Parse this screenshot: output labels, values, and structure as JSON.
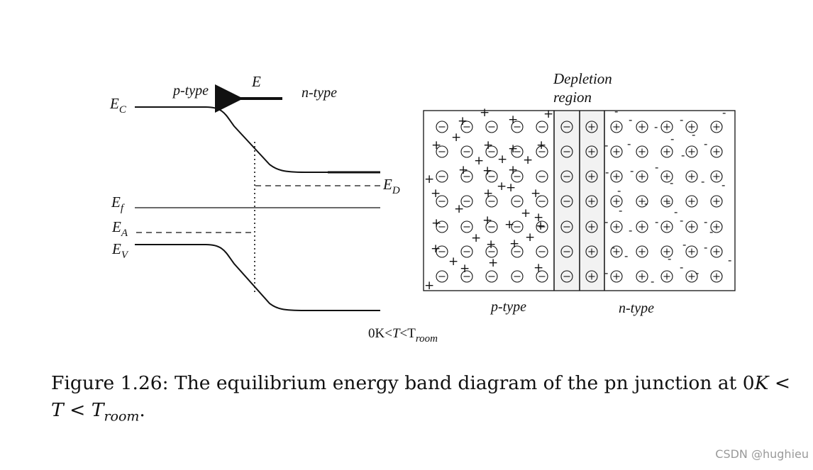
{
  "band_diagram": {
    "ec_label": "E",
    "ec_sub": "C",
    "ef_label": "E",
    "ef_sub": "f",
    "ea_label": "E",
    "ea_sub": "A",
    "ev_label": "E",
    "ev_sub": "V",
    "ed_label": "E",
    "ed_sub": "D",
    "p_type_label": "p-type",
    "n_type_label": "n-type",
    "field_label": "E",
    "temp_prefix": "0K<",
    "temp_t": "T",
    "temp_mid": "<T",
    "temp_sub": "room"
  },
  "junction_diagram": {
    "depletion_label_line1": "Depletion",
    "depletion_label_line2": "region",
    "p_type_label": "p-type",
    "n_type_label": "n-type",
    "acceptor_symbol": "⊖",
    "donor_symbol": "⊕",
    "hole_symbol": "+",
    "electron_symbol": "-",
    "rows": 7,
    "p_columns": 5,
    "depletion_columns": 2,
    "n_columns": 5
  },
  "caption": {
    "prefix": "Figure 1.26: The equilibrium energy band diagram of the pn junction at 0",
    "k": "K",
    "lt1": " <",
    "t": "T",
    "lt2": " < ",
    "t2": "T",
    "sub": "room",
    "suffix": "."
  },
  "watermark": "CSDN @hughieu",
  "colors": {
    "ink": "#111111",
    "depletion_fill": "#f2f2f2",
    "watermark": "#9a9a9a"
  }
}
